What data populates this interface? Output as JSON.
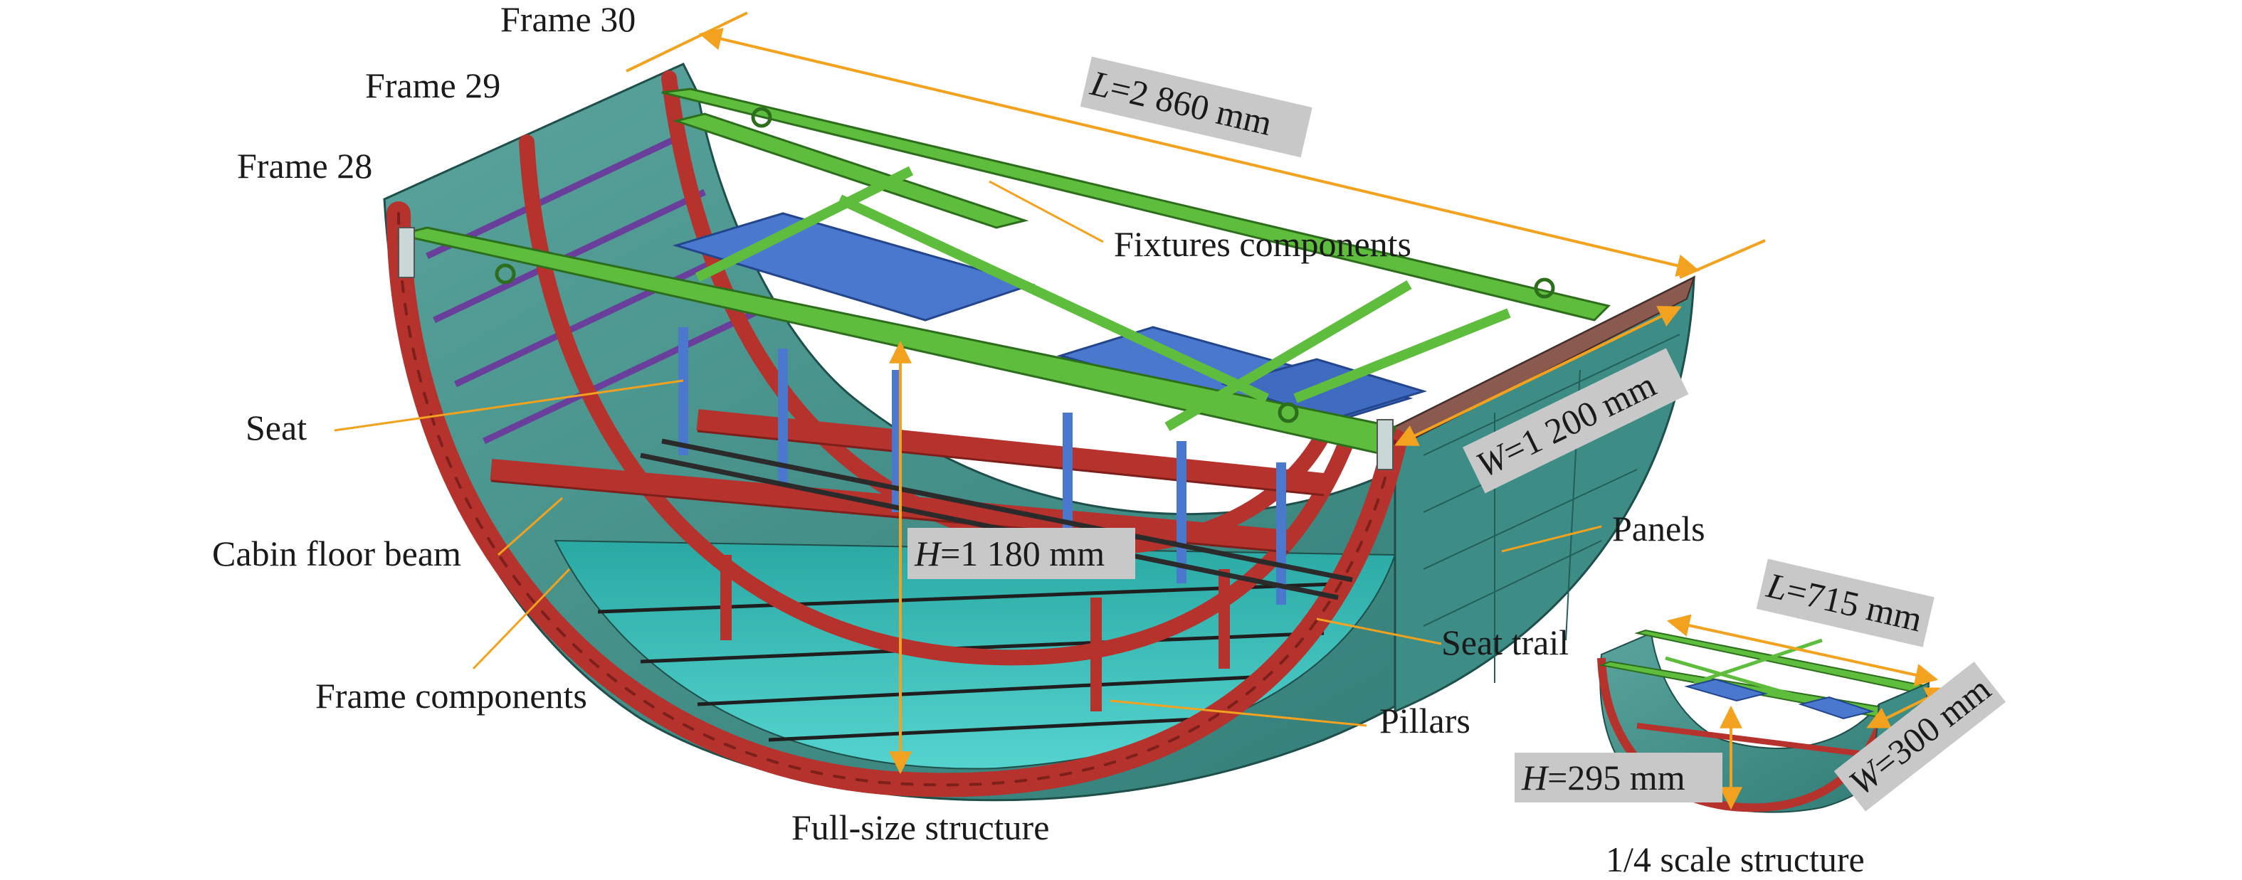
{
  "labels": {
    "frame30": "Frame 30",
    "frame29": "Frame 29",
    "frame28": "Frame 28",
    "fixtures": "Fixtures components",
    "seat": "Seat",
    "floor_beam": "Cabin floor beam",
    "frame_components": "Frame components",
    "panels": "Panels",
    "seat_trail": "Seat trail",
    "pillars": "Pillars",
    "full_size": "Full-size structure",
    "quarter_scale": "1/4 scale structure"
  },
  "dimensions": {
    "full_L": {
      "var": "L",
      "value": "=2 860 mm"
    },
    "full_W": {
      "var": "W",
      "value": "=1 200 mm"
    },
    "full_H": {
      "var": "H",
      "value": "=1 180 mm"
    },
    "scale_L": {
      "var": "L",
      "value": "=715 mm"
    },
    "scale_W": {
      "var": "W",
      "value": "=300 mm"
    },
    "scale_H": {
      "var": "H",
      "value": "=295 mm"
    }
  },
  "colors": {
    "frame_red": "#b5322d",
    "frame_red_dark": "#7d1f1b",
    "skin_teal": "#3f8f8a",
    "floor_cyan": "#3fc2bd",
    "fixture_green": "#5ebd3c",
    "seat_blue": "#4a78cf",
    "leader_orange": "#f2a21e",
    "dim_box": "#c8c8c8"
  }
}
